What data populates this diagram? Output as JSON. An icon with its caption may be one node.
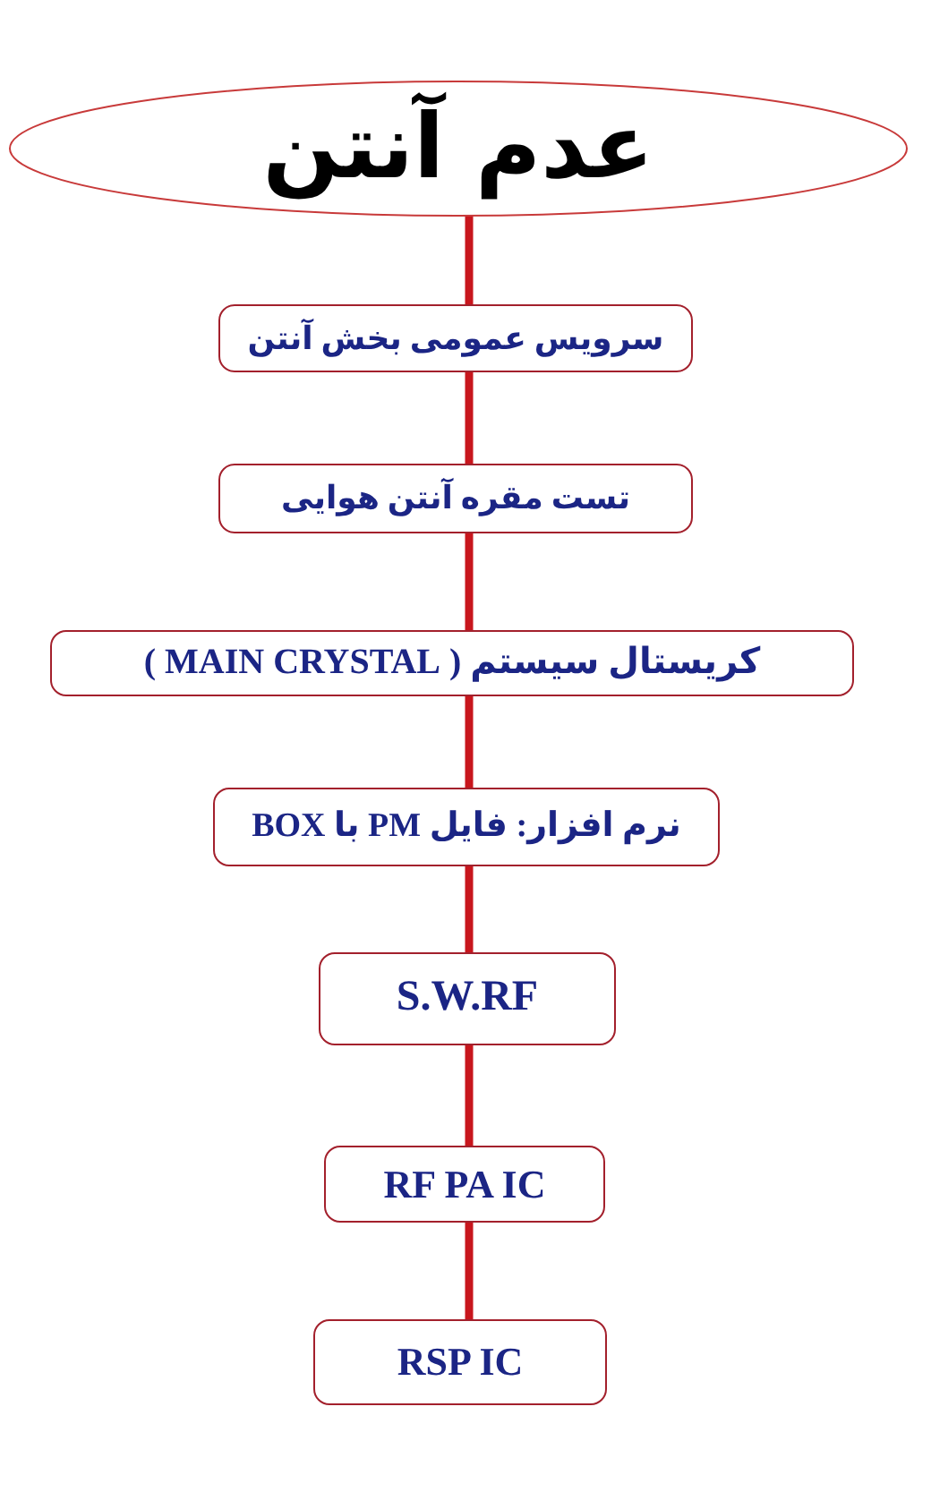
{
  "diagram": {
    "nodes": [
      {
        "text": [
          "عدم آنتن"
        ]
      },
      {
        "text": [
          "سرویس عمومی بخش آنتن"
        ]
      },
      {
        "text": [
          "تست مقره آنتن هوایی"
        ]
      },
      {
        "text": [
          "کریستال سیستم ( MAIN CRYSTAL )"
        ]
      },
      {
        "text": [
          "نرم افزار: فایل PM با BOX"
        ]
      },
      {
        "text": [
          "S.W.RF"
        ]
      },
      {
        "text": [
          "RF PA IC"
        ]
      },
      {
        "text": [
          "RSP IC"
        ]
      }
    ],
    "edges": [
      {
        "from": 0,
        "to": 1,
        "arrow": "none"
      },
      {
        "from": 1,
        "to": 2,
        "arrow": "none"
      },
      {
        "from": 2,
        "to": 3,
        "arrow": "none"
      },
      {
        "from": 3,
        "to": 4,
        "arrow": "none"
      },
      {
        "from": 4,
        "to": 5,
        "arrow": "none"
      },
      {
        "from": 5,
        "to": 6,
        "arrow": "none"
      },
      {
        "from": 6,
        "to": 7,
        "arrow": "none"
      }
    ]
  }
}
